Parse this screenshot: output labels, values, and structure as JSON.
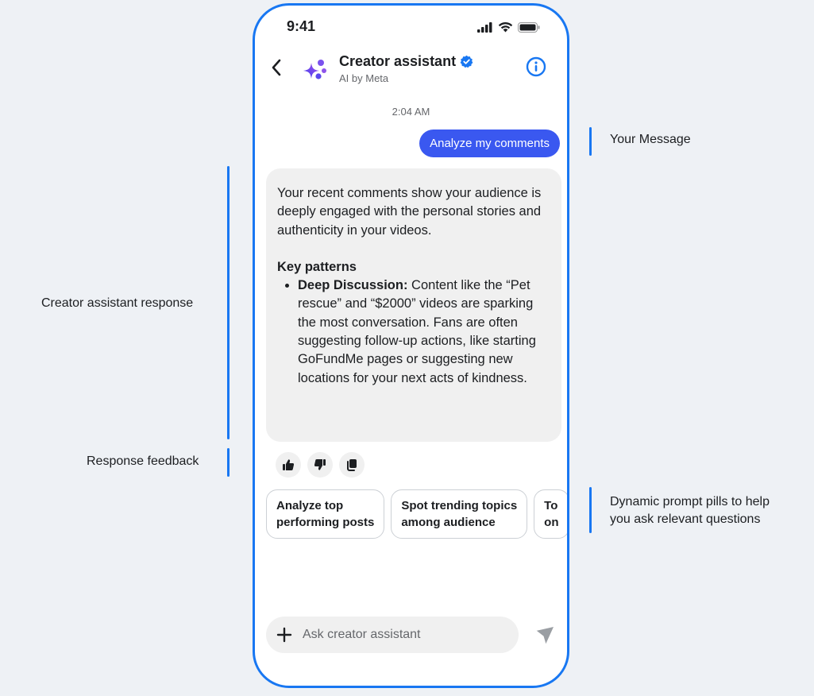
{
  "status_bar": {
    "time": "9:41"
  },
  "header": {
    "title": "Creator assistant",
    "subtitle": "AI by Meta"
  },
  "conversation": {
    "timestamp": "2:04 AM",
    "user_message": "Analyze my comments",
    "response": {
      "intro": "Your recent comments show your audience is deeply engaged with the personal stories and authenticity in your videos.",
      "heading": "Key patterns",
      "bullets": [
        {
          "label": "Deep Discussion:",
          "text": " Content like the “Pet rescue” and “$2000” videos are sparking the most conversation. Fans are often suggesting follow-up actions, like starting GoFundMe pages or suggesting new locations for your next acts of kindness."
        }
      ]
    }
  },
  "prompt_pills": [
    {
      "line1": "Analyze top",
      "line2": "performing posts"
    },
    {
      "line1": "Spot trending topics",
      "line2": "among audience"
    },
    {
      "line1": "To",
      "line2": "on"
    }
  ],
  "composer": {
    "placeholder": "Ask creator assistant"
  },
  "annotations": {
    "your_message": "Your Message",
    "assistant_response": "Creator assistant response",
    "response_feedback": "Response feedback",
    "prompt_pills_line1": "Dynamic prompt pills to help",
    "prompt_pills_line2": "you ask relevant questions"
  },
  "colors": {
    "accent": "#1877f2",
    "user_bubble": "#3a58f0",
    "ai_bubble": "#f0f0f0",
    "background": "#eef1f5"
  },
  "icons": [
    "back-chevron-icon",
    "meta-ai-sparkle-icon",
    "verified-badge-icon",
    "info-icon",
    "thumbs-up-icon",
    "thumbs-down-icon",
    "copy-icon",
    "plus-icon",
    "send-icon",
    "signal-icon",
    "wifi-icon",
    "battery-icon"
  ]
}
